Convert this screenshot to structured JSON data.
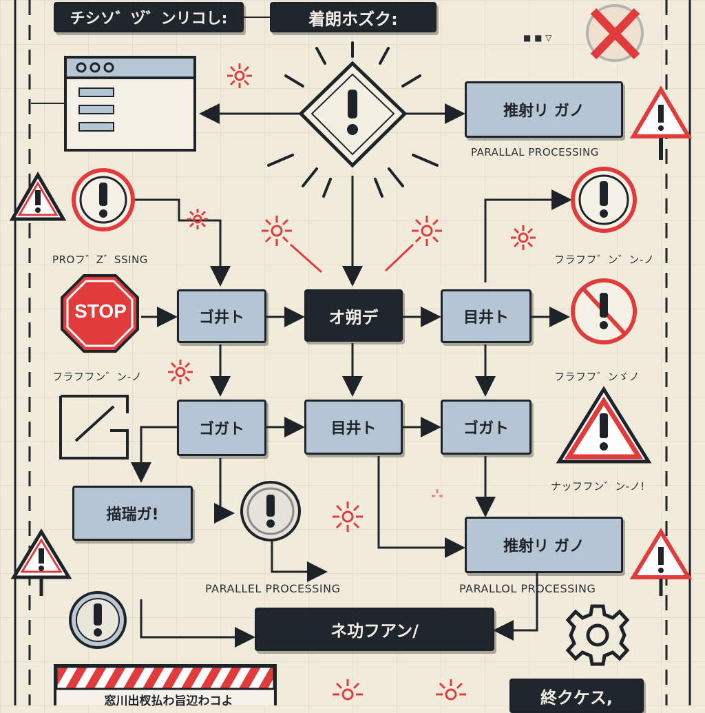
{
  "header": {
    "label_left": "チシソ゛ヅ゛ンリコし:",
    "label_right": "着朗ホズク:",
    "small_marks": "■ ■ ▽"
  },
  "boxes": {
    "top_right": "推射リ ガノ",
    "row1": [
      "ゴ井ト",
      "オ朔デ",
      "目井ト"
    ],
    "row2": [
      "ゴガト",
      "目井ト",
      "ゴガト"
    ],
    "left_mid": "描瑞ガ!",
    "right_mid": "推射リ ガノ",
    "bottom_center": "ネ功フアン/",
    "bottom_right": "終クケス,"
  },
  "labels": {
    "parallel_top": "PARALLAL PROCESSING",
    "parallel_left": "PARALLEL PROCESSING",
    "parallel_right": "PARALLOL PROCESSING",
    "processing_left": "PROフ゛Z゛SSING",
    "left_lower": "フラフフン゛ン-ノ",
    "right_upper": "フラフフ゛ン゛ン-ノ",
    "right_mid": "フラフフ゛ンゞノ",
    "right_lower": "ナッフフン゛ン-ノ!",
    "banner_text": "窓川出杈払わ旨辺わコよ"
  },
  "stop_sign": "STOP",
  "colors": {
    "red": "#e23b3b",
    "dark": "#1f272d",
    "light_box": "#b6c5d3",
    "background": "#f1ebdc"
  }
}
